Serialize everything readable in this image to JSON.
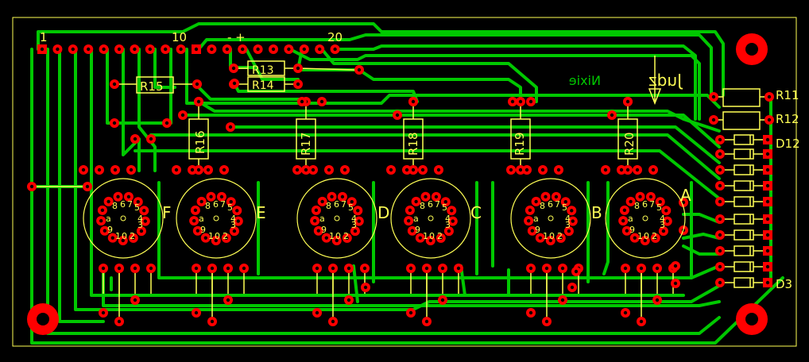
{
  "board": {
    "colors": {
      "background": "#000000",
      "trace": "#00c800",
      "pad": "#ff0000",
      "drill": "#000000",
      "silk": "#ffff55",
      "outline": "#ffff55"
    }
  },
  "header": {
    "pin_labels": [
      "1",
      "10",
      "- +",
      "20"
    ]
  },
  "top_text": {
    "nixie": "Nixie",
    "author": "Judz"
  },
  "resistors": {
    "r11": "R11",
    "r12": "R12",
    "r13": "R13",
    "r14": "R14",
    "r15": "R15",
    "r16": "R16",
    "r17": "R17",
    "r18": "R18",
    "r19": "R19",
    "r20": "R20"
  },
  "diodes": {
    "d12": "D12",
    "d3": "D3"
  },
  "tubes": [
    {
      "id": "F",
      "digits": [
        "8",
        "6",
        "7",
        "5",
        "4",
        "3",
        "2",
        "0",
        "1",
        "9",
        "a"
      ]
    },
    {
      "id": "E",
      "digits": [
        "8",
        "6",
        "7",
        "5",
        "4",
        "3",
        "2",
        "0",
        "1",
        "9",
        "a"
      ]
    },
    {
      "id": "D",
      "digits": [
        "8",
        "6",
        "7",
        "5",
        "4",
        "3",
        "2",
        "0",
        "1",
        "9",
        "a"
      ]
    },
    {
      "id": "C",
      "digits": [
        "8",
        "6",
        "7",
        "5",
        "4",
        "3",
        "2",
        "0",
        "1",
        "9",
        "a"
      ]
    },
    {
      "id": "B",
      "digits": [
        "8",
        "6",
        "7",
        "5",
        "4",
        "3",
        "2",
        "0",
        "1",
        "9",
        "a"
      ]
    },
    {
      "id": "A",
      "digits": [
        "8",
        "6",
        "7",
        "5",
        "4",
        "3",
        "2",
        "0",
        "1",
        "9",
        "a"
      ]
    }
  ]
}
